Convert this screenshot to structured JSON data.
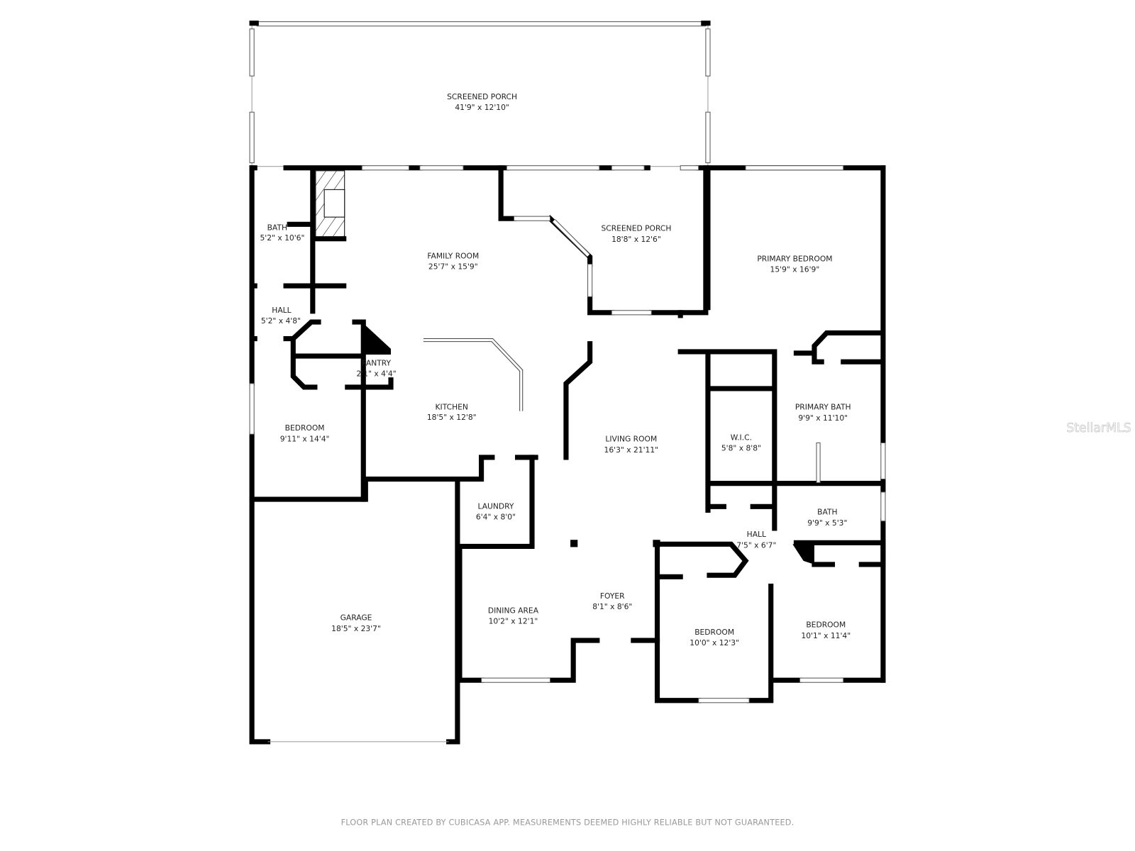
{
  "rooms": [
    {
      "name": "SCREENED PORCH",
      "dims": "41'9\" x 12'10\""
    },
    {
      "name": "BATH",
      "dims": "5'2\" x 10'6\""
    },
    {
      "name": "FAMILY ROOM",
      "dims": "25'7\" x 15'9\""
    },
    {
      "name": "SCREENED PORCH",
      "dims": "18'8\" x 12'6\""
    },
    {
      "name": "PRIMARY BEDROOM",
      "dims": "15'9\" x 16'9\""
    },
    {
      "name": "HALL",
      "dims": "5'2\" x 4'8\""
    },
    {
      "name": "PANTRY",
      "dims": "2'1\" x 4'4\""
    },
    {
      "name": "KITCHEN",
      "dims": "18'5\" x 12'8\""
    },
    {
      "name": "BEDROOM",
      "dims": "9'11\" x 14'4\""
    },
    {
      "name": "LIVING ROOM",
      "dims": "16'3\" x 21'11\""
    },
    {
      "name": "W.I.C.",
      "dims": "5'8\" x 8'8\""
    },
    {
      "name": "PRIMARY BATH",
      "dims": "9'9\" x 11'10\""
    },
    {
      "name": "LAUNDRY",
      "dims": "6'4\" x 8'0\""
    },
    {
      "name": "BATH",
      "dims": "9'9\" x 5'3\""
    },
    {
      "name": "HALL",
      "dims": "7'5\" x 6'7\""
    },
    {
      "name": "GARAGE",
      "dims": "18'5\" x 23'7\""
    },
    {
      "name": "DINING AREA",
      "dims": "10'2\" x 12'1\""
    },
    {
      "name": "FOYER",
      "dims": "8'1\" x 8'6\""
    },
    {
      "name": "BEDROOM",
      "dims": "10'0\" x 12'3\""
    },
    {
      "name": "BEDROOM",
      "dims": "10'1\" x 11'4\""
    }
  ],
  "footer": "FLOOR PLAN CREATED BY CUBICASA APP. MEASUREMENTS DEEMED HIGHLY RELIABLE BUT NOT GUARANTEED.",
  "watermark": "StellarMLS",
  "colors": {
    "wall": "#000000",
    "background": "#ffffff",
    "footer_text": "#999999"
  }
}
